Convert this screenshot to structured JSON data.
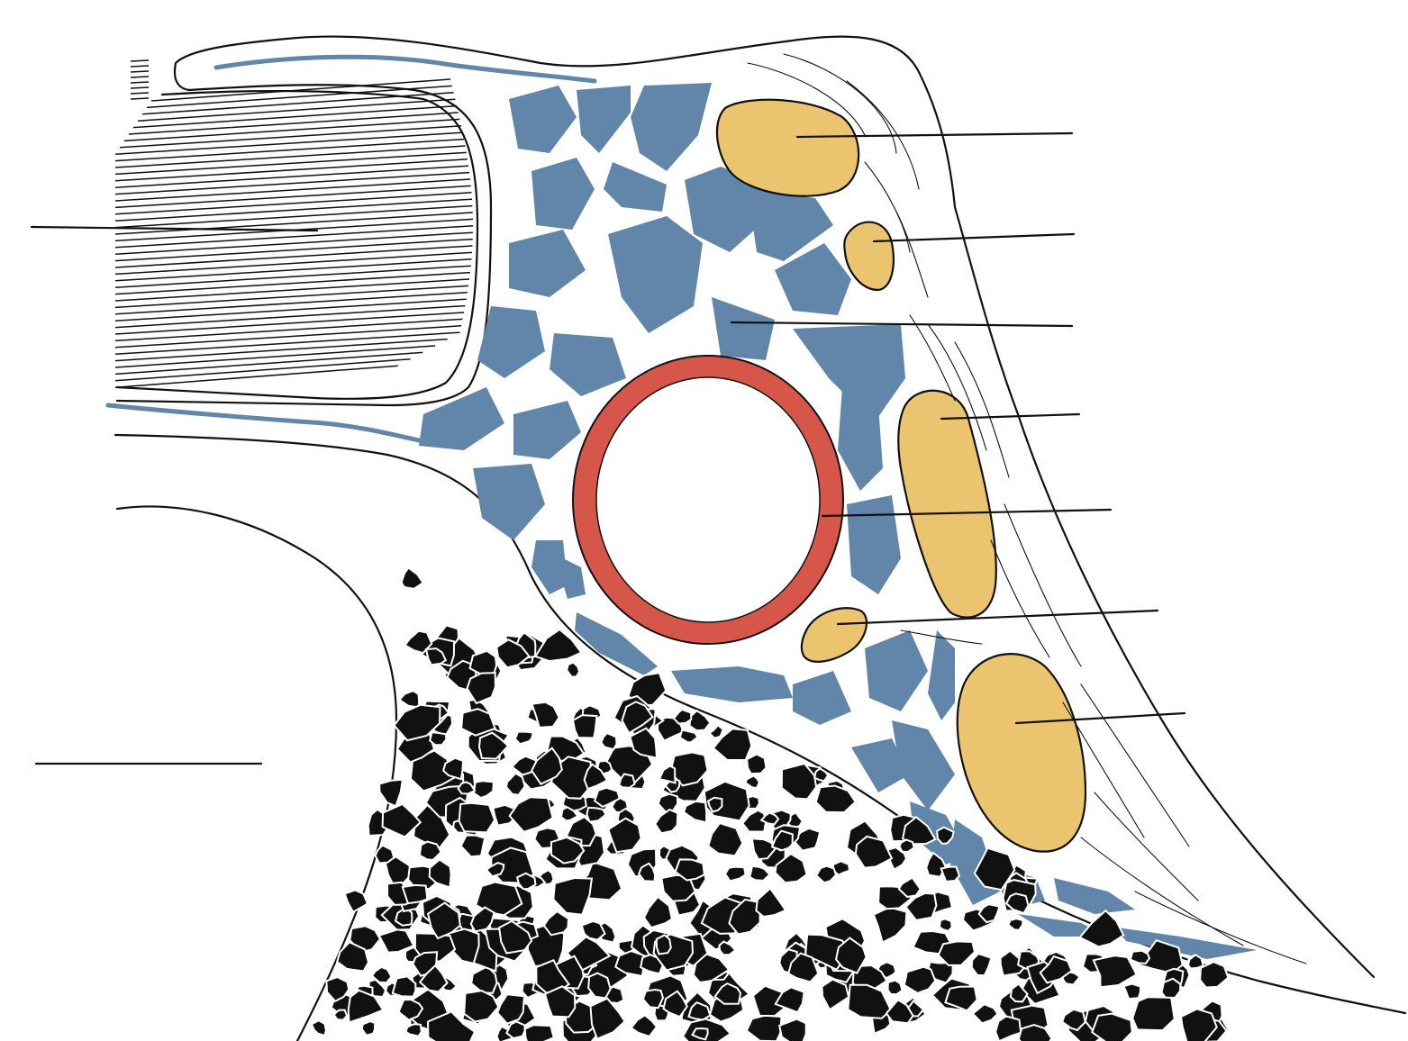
{
  "colors": {
    "adipose": "#6186aa",
    "vessel_wall": "#d6574a",
    "lymph_node": "#ebc470",
    "outline": "#111111",
    "bone": "#111111",
    "background": "#ffffff"
  },
  "figure": {
    "title": "",
    "structures": [
      "striated-muscle",
      "adipose-lobules",
      "large-vessel",
      "lymph-node-1",
      "lymph-node-2",
      "lymph-node-3",
      "lymph-node-4",
      "lymph-node-5",
      "cancellous-bone",
      "cavity"
    ],
    "label_lines_count": 9,
    "labels": []
  }
}
